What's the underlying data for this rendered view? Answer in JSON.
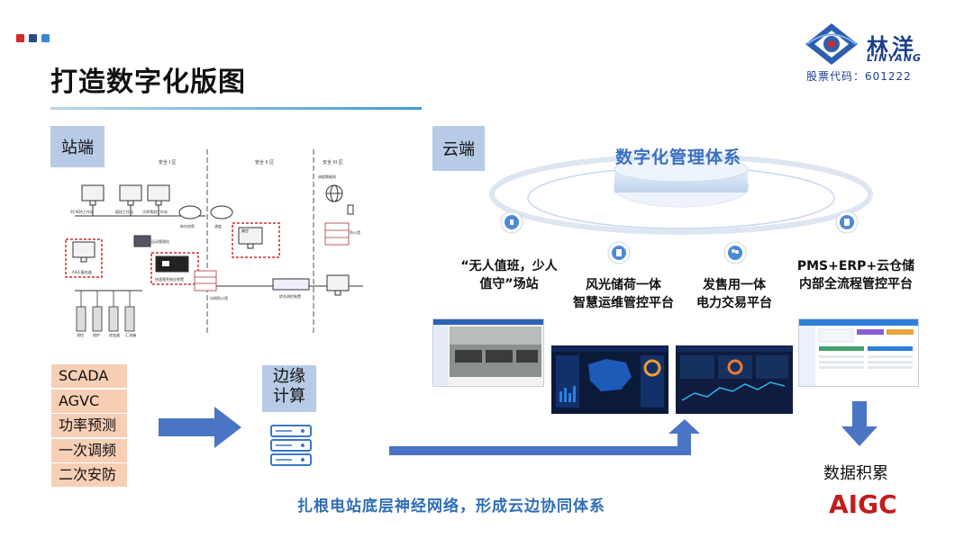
{
  "title": "打造数字化版图",
  "logo": {
    "name": "林洋",
    "english": "LINYANG",
    "stock": "股票代码：601222"
  },
  "decor_colors": [
    "#d12b2b",
    "#2a4a8a",
    "#3a86cf"
  ],
  "station": {
    "label": "站端",
    "zones": [
      "安全 I 区",
      "安全 II 区",
      "安全 III 区"
    ],
    "devices": [
      "SCADA工作站",
      "值班工作站",
      "功率预测工作站",
      "运动管理机",
      "AIGC服务器",
      "快速频率响应装置",
      "纵向加密",
      "调度",
      "集控",
      "调度数据网",
      "防火墙",
      "内网防火墙",
      "综合测控装置",
      "测控",
      "保护",
      "逆变器",
      "汇流箱"
    ]
  },
  "left_list": [
    "SCADA",
    "AGVC",
    "功率预测",
    "一次调频",
    "二次安防"
  ],
  "edge": {
    "label_line1": "边缘",
    "label_line2": "计算"
  },
  "cloud": {
    "label": "云端",
    "system_title": "数字化管理体系",
    "nodes": [
      {
        "line1": "“无人值班，少人",
        "line2": "值守”场站"
      },
      {
        "line1": "风光储荷一体",
        "line2": "智慧运维管控平台"
      },
      {
        "line1": "发售用一体",
        "line2": "电力交易平台"
      },
      {
        "line1": "PMS+ERP+云仓储",
        "line2": "内部全流程管控平台"
      }
    ]
  },
  "bottom_text": "扎根电站底层神经网络，形成云边协同体系",
  "data_accumulation": "数据积累",
  "aigc": "AIGC"
}
